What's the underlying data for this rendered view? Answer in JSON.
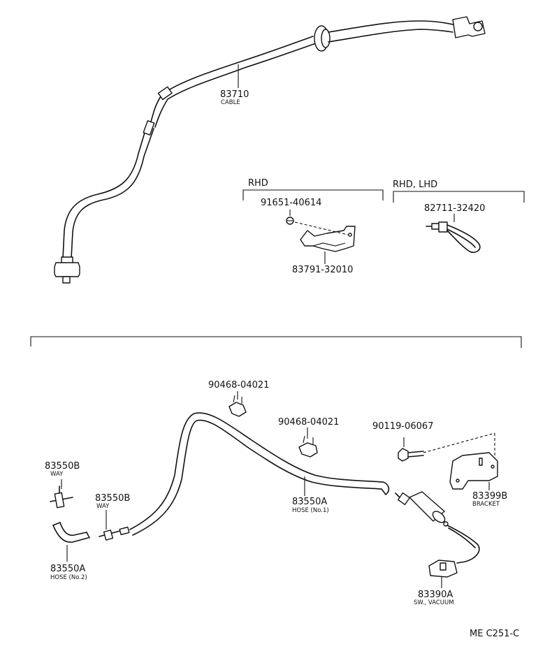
{
  "diagram_code": "ME C251-C",
  "sections": {
    "rhd": "RHD",
    "rhd_lhd": "RHD, LHD"
  },
  "parts": {
    "cable": {
      "number": "83710",
      "name": "CABLE"
    },
    "bolt_rhd": {
      "number": "91651-40614"
    },
    "bracket_rhd": {
      "number": "83791-32010"
    },
    "connector_clip": {
      "number": "82711-32420"
    },
    "clamp_1": {
      "number": "90468-04021"
    },
    "clamp_2": {
      "number": "90468-04021"
    },
    "bolt_bracket": {
      "number": "90119-06067"
    },
    "way_1": {
      "number": "83550B",
      "name": "WAY"
    },
    "way_2": {
      "number": "83550B",
      "name": "WAY"
    },
    "hose_no1": {
      "number": "83550A",
      "name": "HOSE (No.1)"
    },
    "hose_no2": {
      "number": "83550A",
      "name": "HOSE (No.2)"
    },
    "bracket": {
      "number": "83399B",
      "name": "BRACKET"
    },
    "vacuum_switch": {
      "number": "83390A",
      "name": "SW., VACUUM"
    }
  }
}
